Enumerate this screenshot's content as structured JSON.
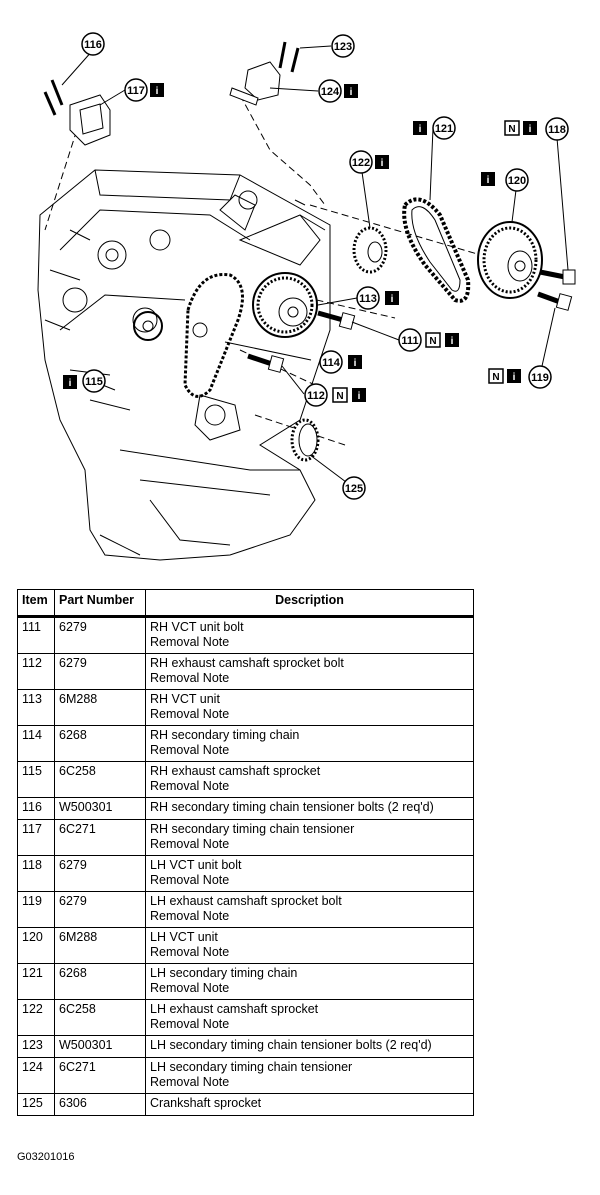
{
  "figure_code": "G03201016",
  "table": {
    "headers": {
      "item": "Item",
      "part_number": "Part Number",
      "description": "Description"
    },
    "rows": [
      {
        "item": "111",
        "part_number": "6279",
        "description": "RH VCT unit bolt",
        "note": "Removal Note"
      },
      {
        "item": "112",
        "part_number": "6279",
        "description": "RH exhaust camshaft sprocket bolt",
        "note": "Removal Note"
      },
      {
        "item": "113",
        "part_number": "6M288",
        "description": "RH VCT unit",
        "note": "Removal Note"
      },
      {
        "item": "114",
        "part_number": "6268",
        "description": "RH secondary timing chain",
        "note": "Removal Note"
      },
      {
        "item": "115",
        "part_number": "6C258",
        "description": "RH exhaust camshaft sprocket",
        "note": "Removal Note"
      },
      {
        "item": "116",
        "part_number": "W500301",
        "description": "RH secondary timing chain tensioner bolts (2 req'd)",
        "note": ""
      },
      {
        "item": "117",
        "part_number": "6C271",
        "description": "RH secondary timing chain tensioner",
        "note": "Removal Note"
      },
      {
        "item": "118",
        "part_number": "6279",
        "description": "LH VCT unit bolt",
        "note": "Removal Note"
      },
      {
        "item": "119",
        "part_number": "6279",
        "description": "LH exhaust camshaft sprocket bolt",
        "note": "Removal Note"
      },
      {
        "item": "120",
        "part_number": "6M288",
        "description": "LH VCT unit",
        "note": "Removal Note"
      },
      {
        "item": "121",
        "part_number": "6268",
        "description": "LH secondary timing chain",
        "note": "Removal Note"
      },
      {
        "item": "122",
        "part_number": "6C258",
        "description": "LH exhaust camshaft sprocket",
        "note": "Removal Note"
      },
      {
        "item": "123",
        "part_number": "W500301",
        "description": "LH secondary timing chain tensioner bolts (2 req'd)",
        "note": ""
      },
      {
        "item": "124",
        "part_number": "6C271",
        "description": "LH secondary timing chain tensioner",
        "note": "Removal Note"
      },
      {
        "item": "125",
        "part_number": "6306",
        "description": "Crankshaft sprocket",
        "note": ""
      }
    ]
  },
  "diagram": {
    "info_badge": "i",
    "new_badge": "N",
    "callouts": [
      {
        "label": "116",
        "badges": []
      },
      {
        "label": "117",
        "badges": [
          "i"
        ]
      },
      {
        "label": "123",
        "badges": []
      },
      {
        "label": "124",
        "badges": [
          "i"
        ]
      },
      {
        "label": "122",
        "badges": [
          "i"
        ]
      },
      {
        "label": "121",
        "badges": [
          "i"
        ]
      },
      {
        "label": "118",
        "badges": [
          "N",
          "i"
        ]
      },
      {
        "label": "120",
        "badges": [
          "i"
        ]
      },
      {
        "label": "113",
        "badges": [
          "i"
        ]
      },
      {
        "label": "111",
        "badges": [
          "N",
          "i"
        ]
      },
      {
        "label": "114",
        "badges": [
          "i"
        ]
      },
      {
        "label": "115",
        "badges": [
          "i"
        ]
      },
      {
        "label": "112",
        "badges": [
          "N",
          "i"
        ]
      },
      {
        "label": "119",
        "badges": [
          "N",
          "i"
        ]
      },
      {
        "label": "125",
        "badges": []
      }
    ]
  }
}
